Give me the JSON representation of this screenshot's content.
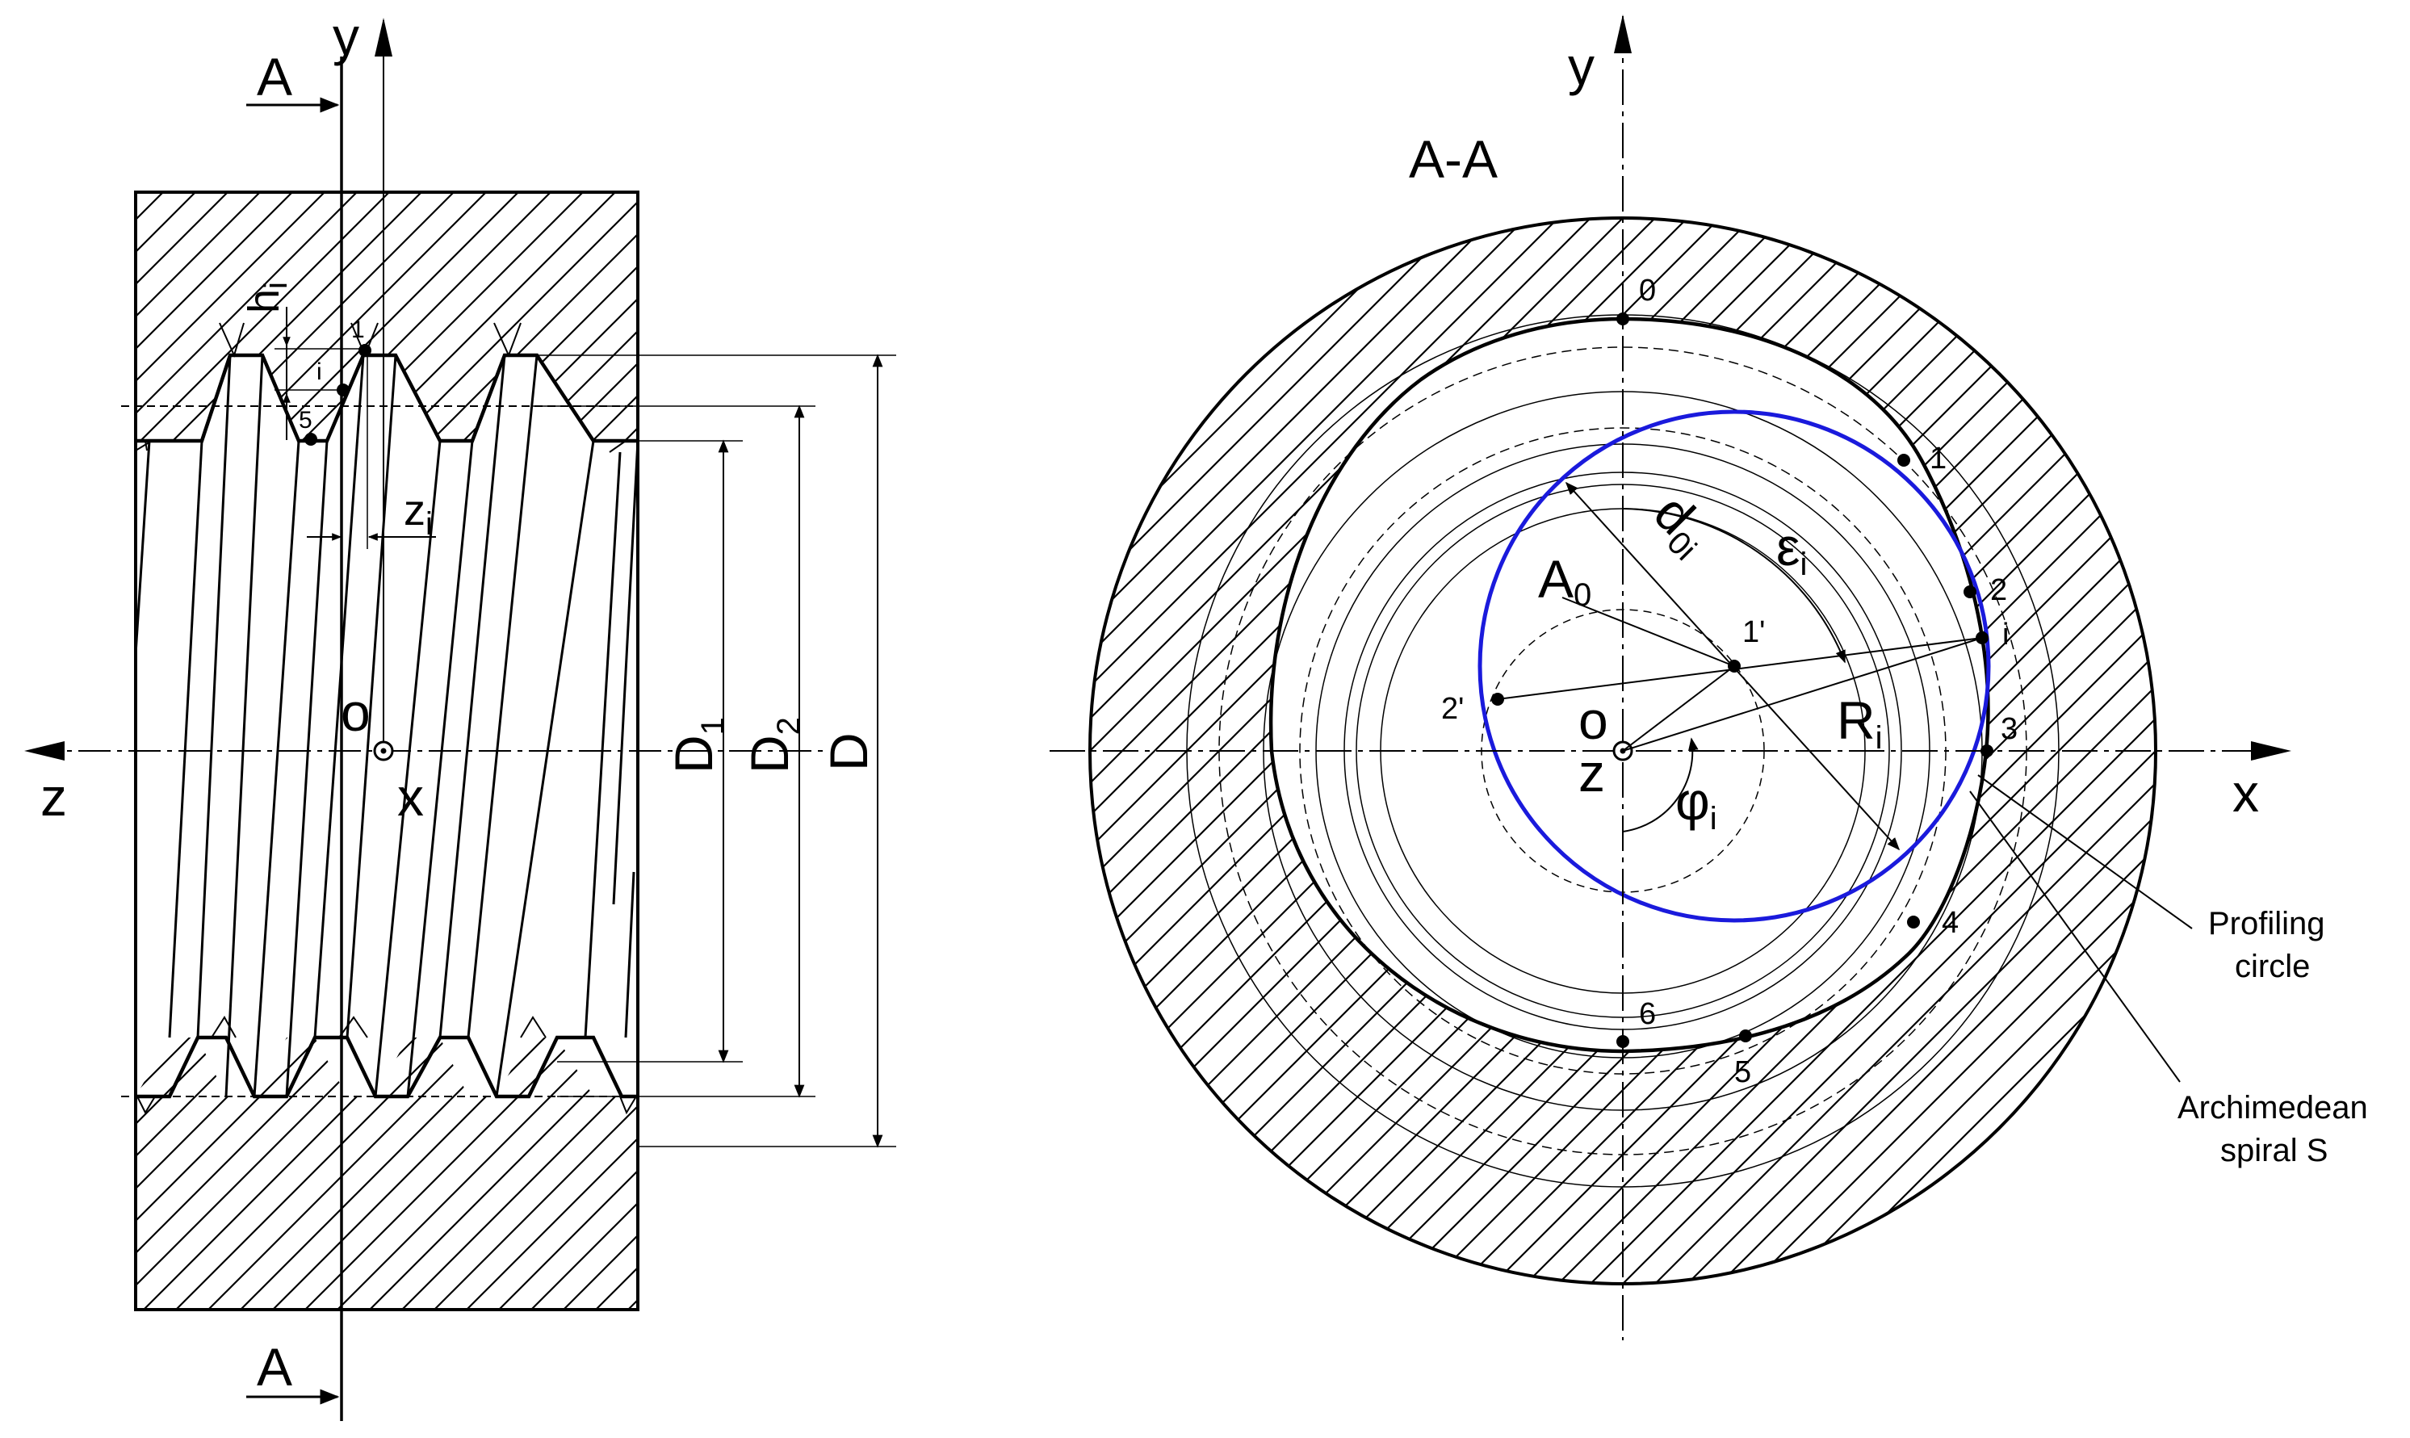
{
  "left_view": {
    "section_mark": "A",
    "axis_y": "y",
    "axis_z": "z",
    "axis_x": "x",
    "origin": "o",
    "h_label": "h",
    "h_sub": "i",
    "z_label": "z",
    "z_sub": "i",
    "point_1": "1",
    "point_i": "i",
    "point_5": "5",
    "dim_d1": "D",
    "dim_d1_sub": "1",
    "dim_d2": "D",
    "dim_d2_sub": "2",
    "dim_d": "D"
  },
  "right_view": {
    "section_title": "A-A",
    "axis_y": "y",
    "axis_x": "x",
    "axis_z": "z",
    "origin": "o",
    "points": [
      "0",
      "1",
      "2",
      "i",
      "3",
      "4",
      "5",
      "6"
    ],
    "point_1p": "1'",
    "point_2p": "2'",
    "a0": "A",
    "a0_sub": "0",
    "d0": "d",
    "d0_sub": "0i",
    "eps": "ε",
    "eps_sub": "i",
    "r": "R",
    "r_sub": "i",
    "phi": "φ",
    "phi_sub": "i",
    "profiling_circle": [
      "Profiling",
      "circle"
    ],
    "spiral": [
      "Archimedean",
      "spiral S"
    ]
  },
  "colors": {
    "line": "#000000",
    "profiling_circle": "#1a1adc",
    "background": "#ffffff"
  }
}
